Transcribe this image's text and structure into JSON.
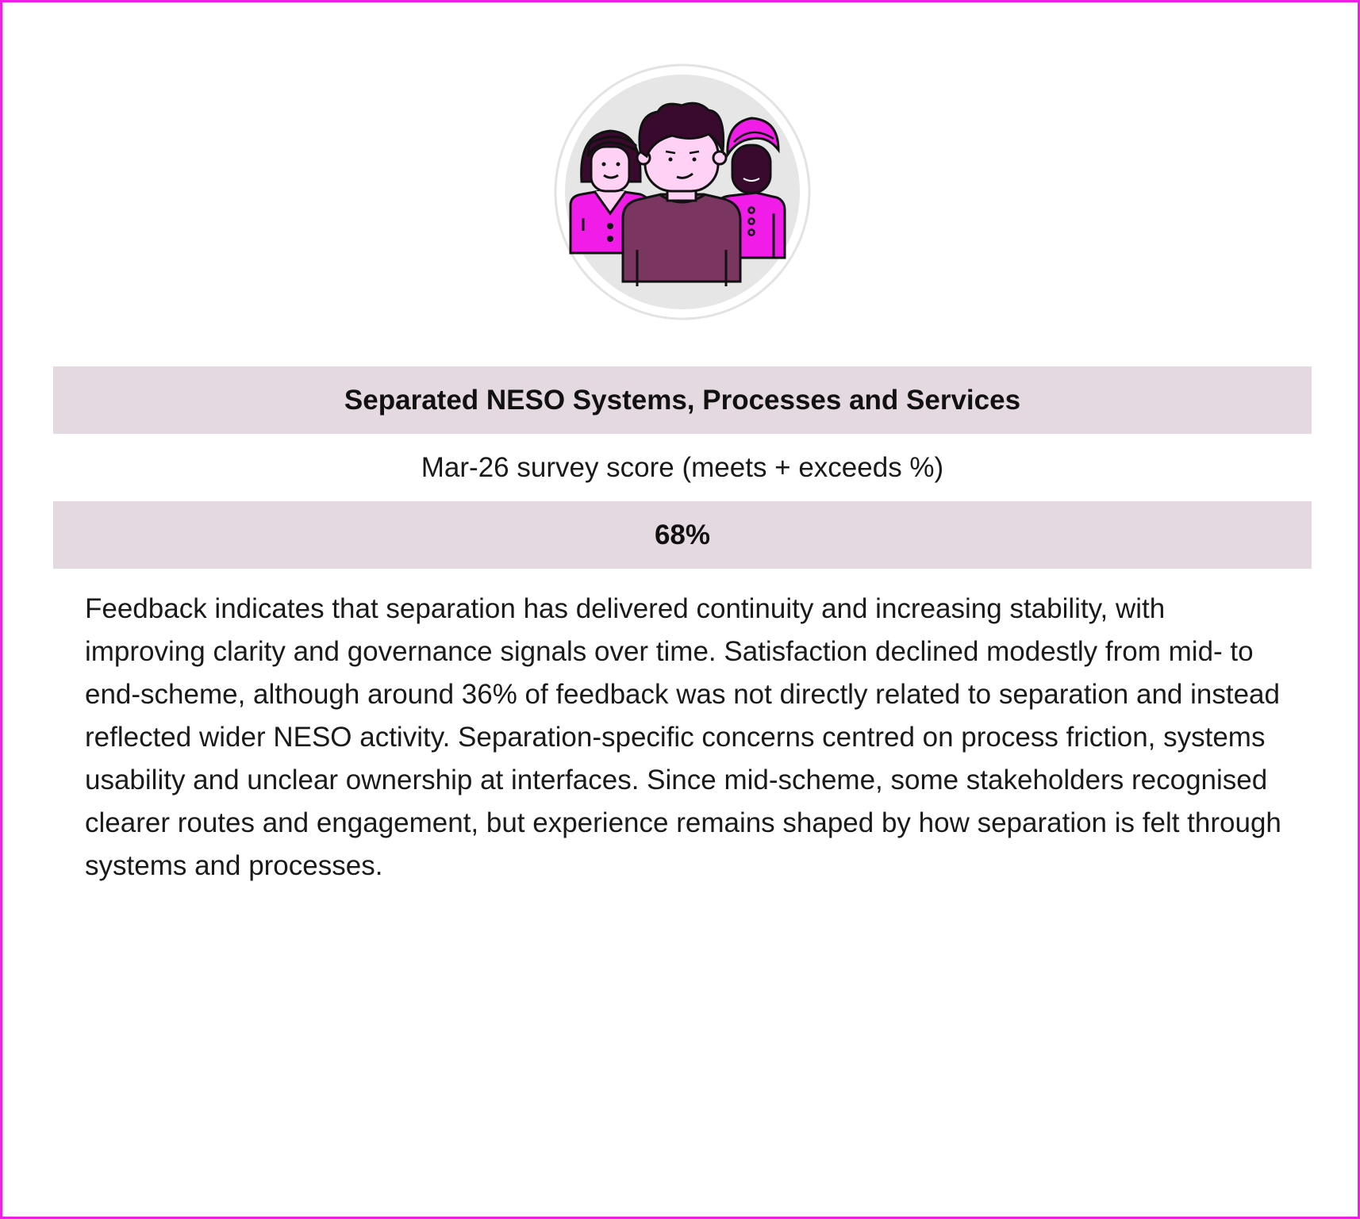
{
  "colors": {
    "frame_border": "#ee1ee6",
    "band_background": "#e4d8e1",
    "accent_magenta": "#f21ce8",
    "accent_plum": "#7a3560",
    "hair_dark": "#3a0a2e"
  },
  "illustration": {
    "icon": "group-of-people-icon"
  },
  "header": {
    "title": "Separated NESO Systems, Processes and Services"
  },
  "metric": {
    "label": "Mar-26 survey score (meets + exceeds %)",
    "value": "68%"
  },
  "summary": {
    "text": "Feedback indicates that separation has delivered continuity and increasing stability, with improving clarity and governance signals over time. Satisfaction declined modestly from mid- to end-scheme, although around 36% of feedback was not directly related to separation and instead reflected wider NESO activity. Separation-specific concerns centred on process friction, systems usability and unclear ownership at interfaces. Since mid-scheme, some stakeholders recognised clearer routes and engagement, but experience remains shaped by how separation is felt through systems and processes."
  }
}
